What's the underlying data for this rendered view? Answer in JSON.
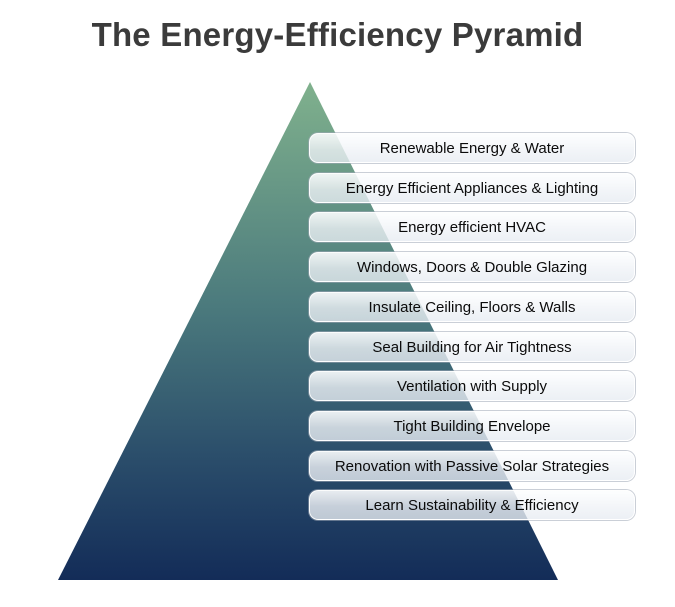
{
  "title": "The Energy-Efficiency Pyramid",
  "colors": {
    "title_text": "#3b3b3b",
    "gradient_top_green": "#80b18d",
    "gradient_mid_teal": "#4b7a7d",
    "gradient_steel_blue": "#2b4e6b",
    "gradient_bottom_navy": "#132c58",
    "level_fill": "#f2f5f8",
    "level_border": "#c9ced6",
    "level_text": "#0b0b0b"
  },
  "pyramid": {
    "levels": [
      "Renewable Energy & Water",
      "Energy Efficient Appliances & Lighting",
      "Energy efficient HVAC",
      "Windows, Doors & Double Glazing",
      "Insulate Ceiling, Floors & Walls",
      "Seal Building for Air Tightness",
      "Ventilation with Supply",
      "Tight Building Envelope",
      "Renovation with Passive Solar Strategies",
      "Learn Sustainability & Efficiency"
    ]
  }
}
